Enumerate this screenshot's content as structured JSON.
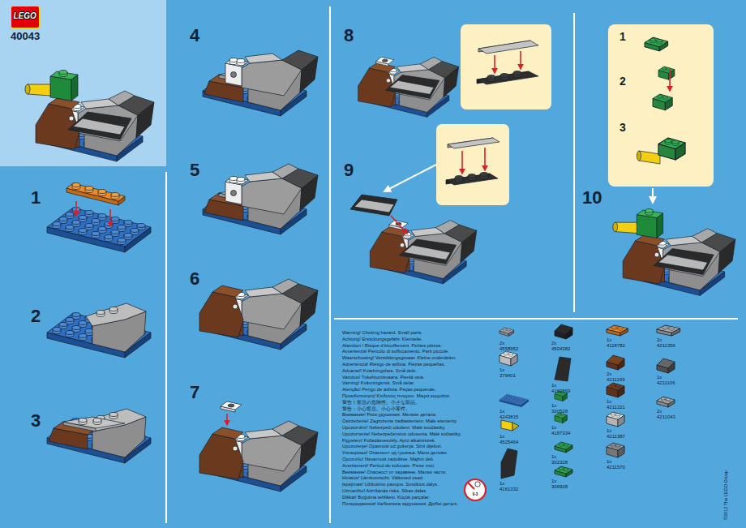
{
  "diagram": {
    "nodes": [
      {
        "text": [
          "40043"
        ]
      },
      {
        "text": [
          "LEGO"
        ],
        "in": 0
      },
      {
        "text": [
          "1",
          "2",
          "3"
        ]
      }
    ],
    "labels": [
      "1",
      "2",
      "3",
      "4",
      "5",
      "6",
      "7",
      "8",
      "9",
      "10",
      "2x",
      "4558952",
      "1x",
      "379401",
      "1x",
      "4243815",
      "1x",
      "4525464",
      "1x",
      "4161332",
      "2x",
      "4504382",
      "1x",
      "4160869",
      "1x",
      "300528",
      "1x",
      "4187334",
      "1x",
      "302328",
      "1x",
      "306928",
      "1x",
      "4118782",
      "2x",
      "4211199",
      "1x",
      "4211221",
      "1x",
      "4211387",
      "1x",
      "4211570",
      "2x",
      "4211356",
      "1x",
      "4211106",
      "2x",
      "4211043",
      "0-3",
      "©2012 The LEGO Group",
      "Warning! Choking hazard. Small parts.",
      "Achtung! Erstickungsgefahr. Kleinteile.",
      "Attention ! Risque d'étouffement. Petites pièces.",
      "Avvertenza! Pericolo di soffocamento. Parti piccole.",
      "Waarschuwing! Verstikkingsgevaar. Kleine onderdelen.",
      "Advertencia! Riesgo de asfixia. Piezas pequeñas.",
      "Advarsel! Kvælningsfare. Små dele.",
      "Varoitus! Tukehtumisvaara. Pieniä osia.",
      "Varning! Kvävningsrisk. Små delar.",
      "Atenção! Perigo de asfixia. Peças pequenas.",
      "Προειδοποίηση! Κίνδυνος πνιγμού. Μικρά κομμάτια.",
      "警告！窒息の危険性。小さな部品。",
      "警告：小心窒息。小心小零件。",
      "Внимание! Риск удушения. Мелкие детали.",
      "Ostrzeżenie! Zagrożenie zadławieniem. Małe elementy.",
      "Upozornění! Nebezpečí udušení. Malé součástky.",
      "Upozornenie! Nebezpečenstvo udusenia. Malé súčiastky.",
      "Figyelem! Fulladásveszély. Apró alkatrészek.",
      "Upozorenje! Opasnost od gušenja. Sitni dijelovi.",
      "Упозорење! Опасност од гушења. Мали делови.",
      "Opozorilo! Nevarnost zadušitve. Majhni deli.",
      "Avertisment! Pericol de sufocare. Piese mici.",
      "Внимание! Опасност от задавяне. Малки части.",
      "Hoiatus! Lämbumisoht. Väikesed osad.",
      "Įspėjimas! Uždusimo pavojus. Smulkios dalys.",
      "Uzmanību! Aizrīšanās risks. Sīkas daļas.",
      "Dikkat! Boğulma tehlikesi. Küçük parçalar.",
      "Попередження! Небезпека задушення. Дрібні деталі."
    ]
  }
}
